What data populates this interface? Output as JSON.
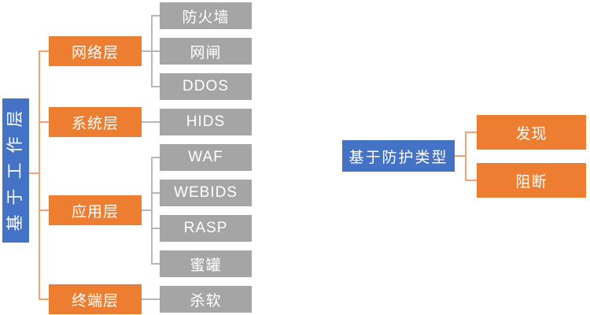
{
  "diagram_title": "security-classification-tree",
  "colors": {
    "root_blue": "#4472C4",
    "branch_orange": "#ED7D31",
    "leaf_gray": "#A5A5A5",
    "connector_orange": "#F2A273",
    "connector_gray": "#B7B7B7",
    "text": "#FFFFFF",
    "background": "#FFFFFF"
  },
  "left_tree": {
    "root": {
      "label": "基于工作层"
    },
    "branches": [
      {
        "label": "网络层",
        "children": [
          "防火墙",
          "网闸",
          "DDOS"
        ]
      },
      {
        "label": "系统层",
        "children": [
          "HIDS"
        ]
      },
      {
        "label": "应用层",
        "children": [
          "WAF",
          "WEBIDS",
          "RASP",
          "蜜罐"
        ]
      },
      {
        "label": "终端层",
        "children": [
          "杀软"
        ]
      }
    ]
  },
  "right_tree": {
    "root": {
      "label": "基于防护类型"
    },
    "branches": [
      {
        "label": "发现"
      },
      {
        "label": "阻断"
      }
    ]
  }
}
